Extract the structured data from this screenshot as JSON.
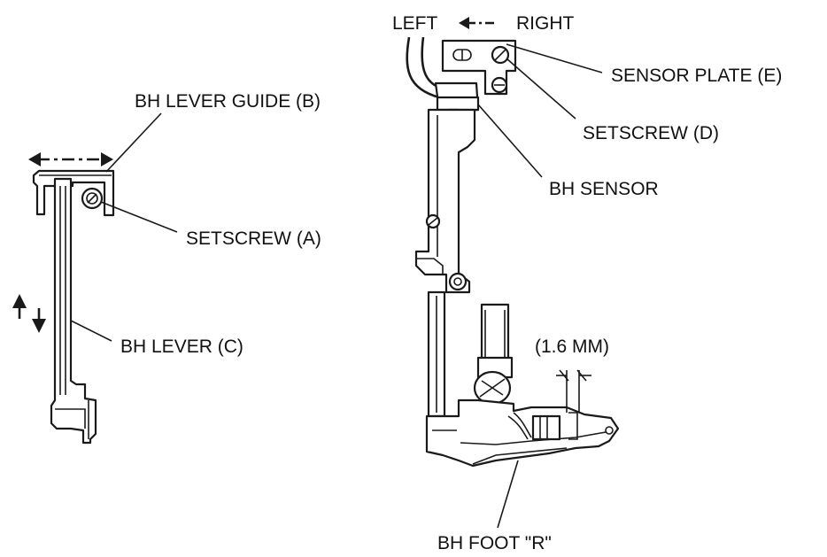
{
  "labels": {
    "bh_lever_guide": "BH LEVER GUIDE (B)",
    "setscrew_a": "SETSCREW (A)",
    "bh_lever": "BH LEVER (C)",
    "left": "LEFT",
    "right": "RIGHT",
    "sensor_plate": "SENSOR PLATE (E)",
    "setscrew_d": "SETSCREW (D)",
    "bh_sensor": "BH SENSOR",
    "gap": "(1.6 MM)",
    "bh_foot": "BH FOOT \"R\""
  },
  "colors": {
    "ink": "#1a1a1a",
    "background": "#ffffff"
  }
}
